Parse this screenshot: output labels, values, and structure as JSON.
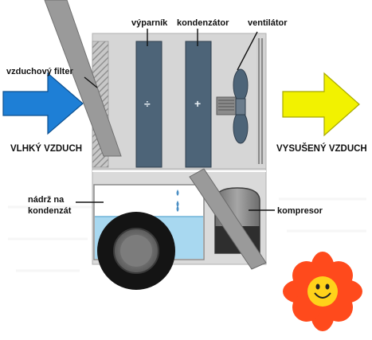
{
  "labels": {
    "evaporator": "výparník",
    "condenser": "kondenzátor",
    "fan": "ventilátor",
    "air_filter": "vzduchový filter",
    "humid_air": "VLHKÝ VZDUCH",
    "dried_air": "VYSUŠENÝ VZDUCH",
    "tank_line1": "nádrž na",
    "tank_line2": "kondenzát",
    "compressor": "kompresor"
  },
  "symbols": {
    "evaporator_sign": "÷",
    "condenser_sign": "+"
  },
  "colors": {
    "housing": "#d6d6d6",
    "coil": "#4d6478",
    "water": "#a8d8f0",
    "inlet_arrow": "#1e7fd6",
    "outlet_arrow": "#f2f200",
    "flower_petal": "#ff4a1c",
    "flower_center": "#ffd21a"
  },
  "icons": [
    "inlet-arrow-icon",
    "outlet-arrow-icon",
    "fan-icon",
    "wheel-icon",
    "smiley-flower-icon"
  ]
}
